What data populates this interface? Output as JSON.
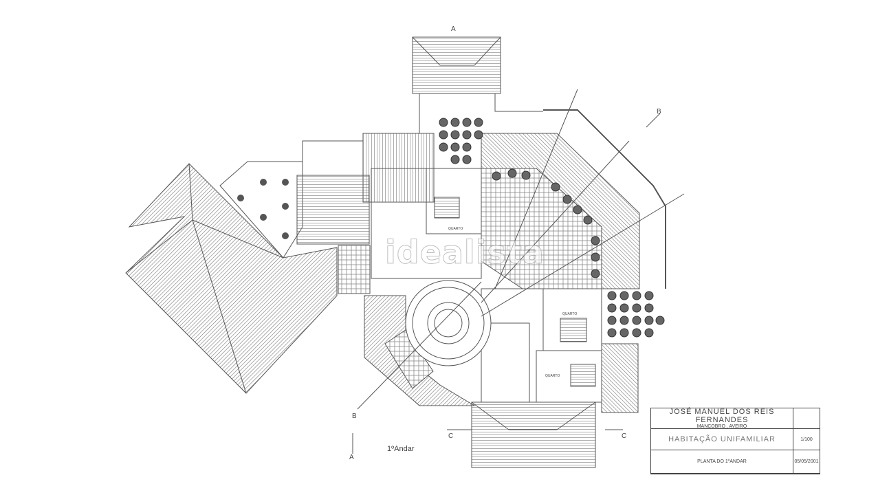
{
  "drawing": {
    "floor_label": "1ºAndar",
    "watermark": "idealista",
    "room_labels": [
      "QUARTO",
      "QUARTO",
      "QUARTO"
    ],
    "section_markers": {
      "a_top": "A",
      "a_bottom": "A",
      "b_top": "B",
      "b_bottom": "B",
      "c_left": "C",
      "c_right": "C"
    }
  },
  "title_block": {
    "owner": "JOSÉ MANUEL DOS REIS FERNANDES",
    "location": "MANCOBRO , AVEIRO",
    "project": "HABITAÇÃO UNIFAMILIAR",
    "scale": "1/100",
    "sheet": "PLANTA DO 1ºANDAR",
    "date": "05/05/2001"
  }
}
